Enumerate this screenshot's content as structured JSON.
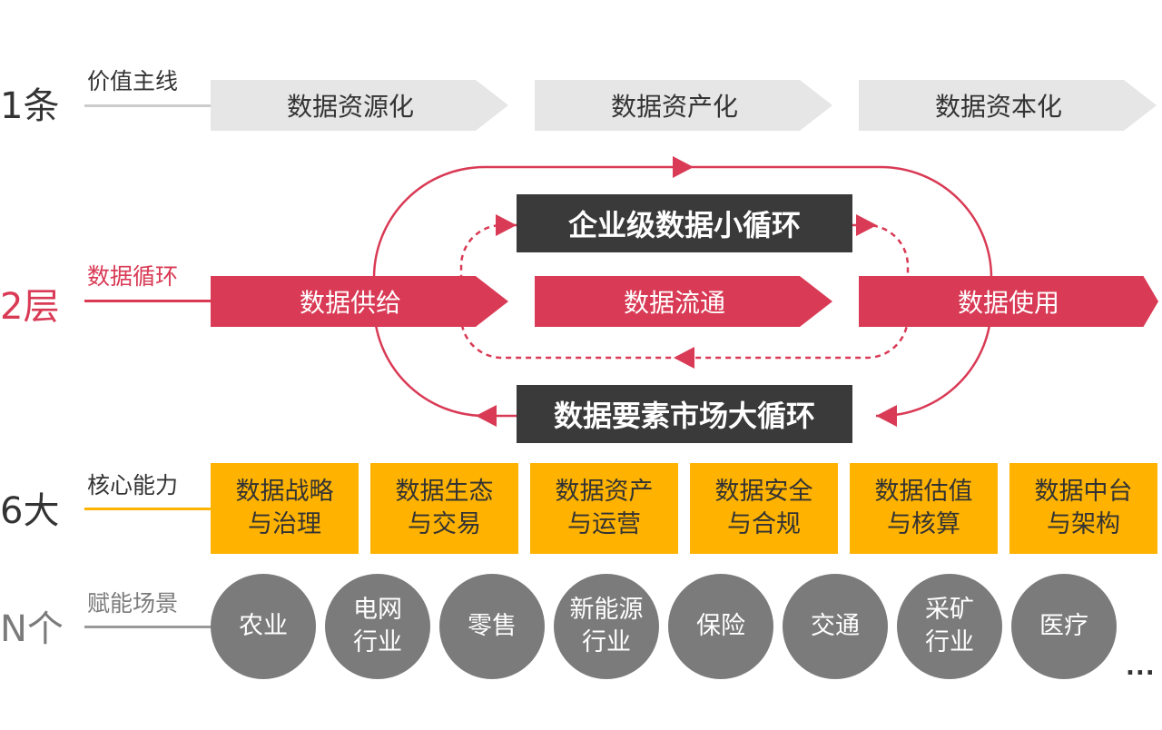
{
  "rows": {
    "value_line": {
      "num": "1条",
      "title": "价值主线",
      "num_color": "#333333",
      "rule_color": "#cccccc"
    },
    "data_cycle": {
      "num": "2层",
      "title": "数据循环",
      "num_color": "#d93a55",
      "rule_color": "#d93a55"
    },
    "capabilities": {
      "num": "6大",
      "title": "核心能力",
      "num_color": "#333333",
      "rule_color": "#ffb300"
    },
    "scenarios": {
      "num": "N个",
      "title": "赋能场景",
      "num_color": "#7b7b7b",
      "rule_color": "#999999"
    }
  },
  "value_stages": [
    "数据资源化",
    "数据资产化",
    "数据资本化"
  ],
  "cycle_stages": [
    "数据供给",
    "数据流通",
    "数据使用"
  ],
  "small_cycle": "企业级数据小循环",
  "big_cycle": "数据要素市场大循环",
  "capabilities": [
    {
      "line1": "数据战略",
      "line2": "与治理"
    },
    {
      "line1": "数据生态",
      "line2": "与交易"
    },
    {
      "line1": "数据资产",
      "line2": "与运营"
    },
    {
      "line1": "数据安全",
      "line2": "与合规"
    },
    {
      "line1": "数据估值",
      "line2": "与核算"
    },
    {
      "line1": "数据中台",
      "line2": "与架构"
    }
  ],
  "scenarios": [
    {
      "line1": "农业",
      "line2": ""
    },
    {
      "line1": "电网",
      "line2": "行业"
    },
    {
      "line1": "零售",
      "line2": ""
    },
    {
      "line1": "新能源",
      "line2": "行业"
    },
    {
      "line1": "保险",
      "line2": ""
    },
    {
      "line1": "交通",
      "line2": ""
    },
    {
      "line1": "采矿",
      "line2": "行业"
    },
    {
      "line1": "医疗",
      "line2": ""
    }
  ],
  "more": "...",
  "colors": {
    "red": "#d93a55",
    "dark": "#3a3a3a",
    "amber": "#ffb300",
    "grey_chevron": "#e6e6e6",
    "grey_circle": "#7b7b7b"
  }
}
